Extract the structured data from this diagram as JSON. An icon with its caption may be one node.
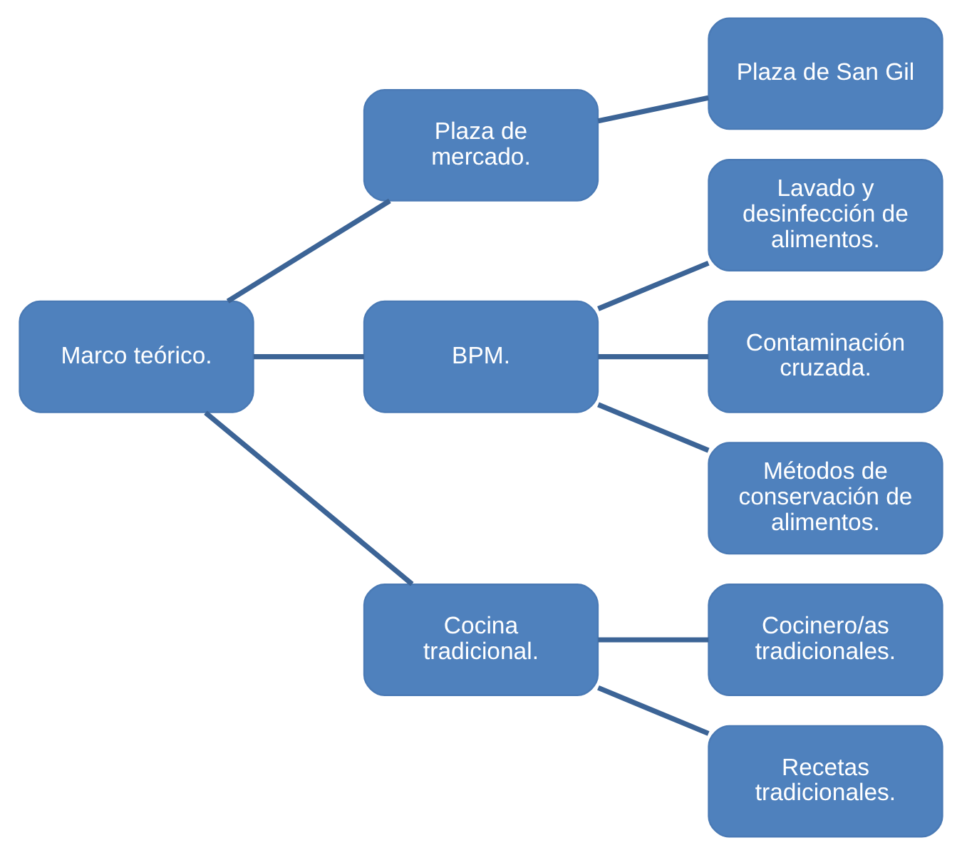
{
  "diagram": {
    "nodes": [
      {
        "text": [
          "Marco teórico."
        ]
      },
      {
        "text": [
          "Plaza de mercado."
        ]
      },
      {
        "text": [
          "Plaza de San Gil"
        ]
      },
      {
        "text": [
          "BPM."
        ]
      },
      {
        "text": [
          "Lavado y desinfección de alimentos."
        ]
      },
      {
        "text": [
          "Contaminación cruzada."
        ]
      },
      {
        "text": [
          "Métodos de conservación de alimentos."
        ]
      },
      {
        "text": [
          "Cocina tradicional."
        ]
      },
      {
        "text": [
          "Cocinero/as tradicionales."
        ]
      },
      {
        "text": [
          "Recetas tradicionales."
        ]
      }
    ],
    "edges": [
      {
        "from": 0,
        "to": 1,
        "arrow": "none"
      },
      {
        "from": 0,
        "to": 3,
        "arrow": "none"
      },
      {
        "from": 0,
        "to": 7,
        "arrow": "none"
      },
      {
        "from": 1,
        "to": 2,
        "arrow": "none"
      },
      {
        "from": 3,
        "to": 4,
        "arrow": "none"
      },
      {
        "from": 3,
        "to": 5,
        "arrow": "none"
      },
      {
        "from": 3,
        "to": 6,
        "arrow": "none"
      },
      {
        "from": 7,
        "to": 8,
        "arrow": "none"
      },
      {
        "from": 7,
        "to": 9,
        "arrow": "none"
      }
    ]
  }
}
